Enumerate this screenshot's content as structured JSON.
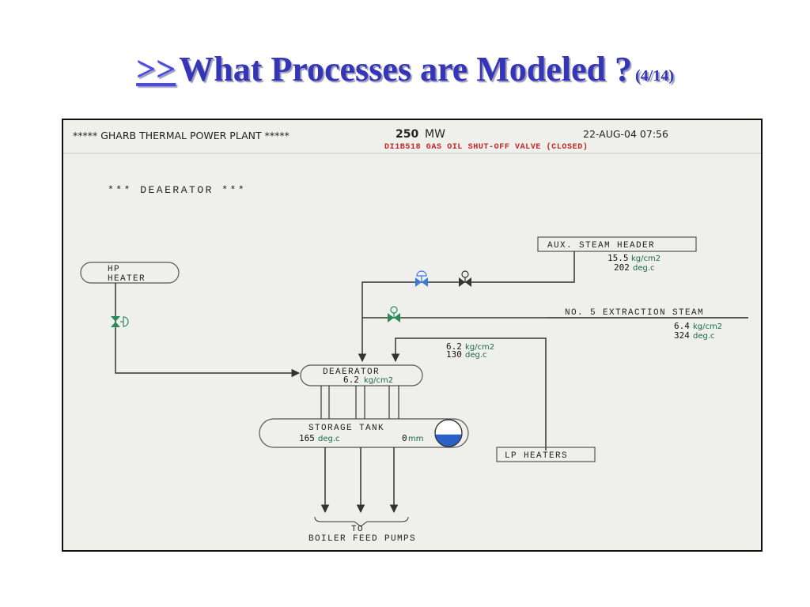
{
  "title": {
    "link_text": ">>",
    "text": "What Processes are Modeled ?",
    "page": "(4/14)"
  },
  "header": {
    "plant": "***** GHARB THERMAL POWER PLANT *****",
    "power": "250",
    "power_unit": "MW",
    "datetime": "22-AUG-04 07:56",
    "alarm": "DI1B518  GAS OIL SHUT-OFF VALVE  (CLOSED)"
  },
  "diagram_title": "*** DEAERATOR ***",
  "components": {
    "hp_heater": {
      "line1": "HP",
      "line2": "HEATER"
    },
    "aux_steam_header": {
      "label": "AUX. STEAM HEADER",
      "pressure_value": "15.5",
      "pressure_unit": "kg/cm2",
      "temp_value": "202",
      "temp_unit": "deg.c"
    },
    "extraction_steam": {
      "label": "NO. 5 EXTRACTION STEAM",
      "pressure_value": "6.4",
      "pressure_unit": "kg/cm2",
      "temp_value": "324",
      "temp_unit": "deg.c"
    },
    "lp_inlet": {
      "pressure_value": "6.2",
      "pressure_unit": "kg/cm2",
      "temp_value": "130",
      "temp_unit": "deg.c"
    },
    "deaerator": {
      "label": "DEAERATOR",
      "pressure_value": "6.2",
      "pressure_unit": "kg/cm2"
    },
    "storage_tank": {
      "label": "STORAGE TANK",
      "temp_value": "165",
      "temp_unit": "deg.c",
      "level_value": "0",
      "level_unit": "mm",
      "level_fill_fraction": 0.45
    },
    "lp_heaters": {
      "label": "LP HEATERS"
    },
    "boiler_feed": {
      "line1": "TO",
      "line2": "BOILER FEED PUMPS"
    }
  },
  "colors": {
    "title": "#3535b8",
    "tank_level": "#2a62c8",
    "alarm": "#c02626",
    "valve_open": "#2a8a5a",
    "valve_blue": "#3a7ad8",
    "valve_dark": "#333333"
  }
}
